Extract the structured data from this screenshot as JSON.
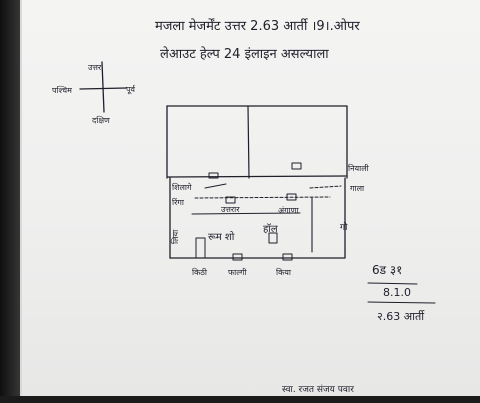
{
  "header": {
    "line1": "मजला मेजर्मेंट उत्तर 2.63 आर्ती ।9।.ओपर",
    "line2": "लेआउट हेल्प 24 इंलाइन असल्याला"
  },
  "compass": {
    "north": "उत्तर",
    "south": "दक्षिण",
    "east": "पूर्व",
    "west": "पश्चिम"
  },
  "plan_labels": {
    "room_top_left": "",
    "right_upper": "नियाली",
    "right_lower": "गाला",
    "left_upper": "शिलागे",
    "left_mid": "रिंगा",
    "center_left": "उत्तरार",
    "center_right": "अंगाणा",
    "left_vertical": "लिया",
    "center_area": "रूम शो",
    "center_area_2": "हॉल",
    "right_edge": "गो",
    "bottom_left": "किठी",
    "bottom_mid": "फाल्गी",
    "bottom_right": "किया"
  },
  "note": {
    "line1": "6ड ३१",
    "line2": "8.1.0",
    "line3": "२.63 आर्ती"
  },
  "footer": {
    "signature": "स्वा. रजत संजय पवार"
  },
  "colors": {
    "paper": "#f1f1f0",
    "ink": "#1f1f2b"
  }
}
